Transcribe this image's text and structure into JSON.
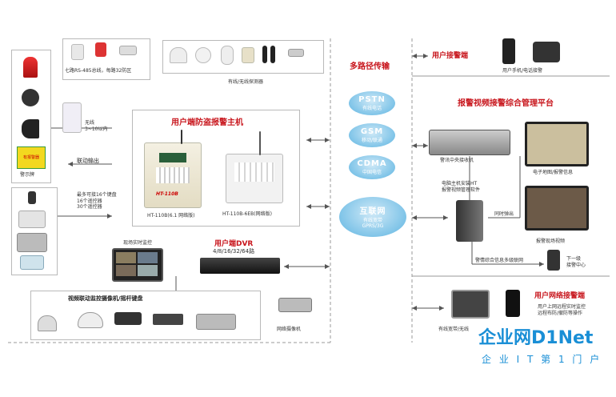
{
  "host_title": "用户端防盗报警主机",
  "host_a_label": "HT-110B(6.1 网络版)",
  "host_b_label": "HT-110B-6EB(网络版)",
  "host_brand": "HT-110B",
  "bus_note": "七路RS-485总线，每路32防区",
  "detectors_label": "有线/无线探测器",
  "alarm_label": "警示牌",
  "alarm_sign_text": "有报警器",
  "wireless_note": "无线\n3~10以内",
  "linkage_label": "联动输出",
  "keyboard_note": "最多可接16个键盘\n16个遥控器\n30个遥控器",
  "multi_path_title": "多路径传输",
  "pstn": {
    "name": "PSTN",
    "sub": "有线电话"
  },
  "gsm": {
    "name": "GSM",
    "sub": "移动/联通"
  },
  "cdma": {
    "name": "CDMA",
    "sub": "中国电信"
  },
  "internet": {
    "name": "互联网",
    "sub1": "有线宽带",
    "sub2": "GPRS/3G"
  },
  "dvr_title": "用户端DVR",
  "dvr_channels": "4/8/16/32/64路",
  "monitor_label": "现场实时监控",
  "camera_panel_title": "视频联动监控摄像机/摇杆键盘",
  "net_camera_label": "网络摄像机",
  "user_alarm_title": "用户接警端",
  "phone_label": "用户手机/电话接警",
  "platform_title": "报警视频接警综合管理平台",
  "receiver_label": "警讯中央接收机",
  "software_label": "电脑主机安装HT\n报警视频管理软件",
  "map_label": "电子地图/报警信息",
  "sync_label": "同时弹出",
  "video_label": "报警现场视频",
  "next_center_label": "下一级\n接警中心",
  "multi_level_label": "警情综合信息多级联网",
  "net_alarm_title": "用户网络接警端",
  "net_alarm_desc": "用户上网远程实时监控\n远程布防/撤防等操作",
  "laptop_label": "有线宽带/无线",
  "watermark_logo": "企业网D1Net",
  "watermark_sub": "企 业 I T 第 1 门 户",
  "colors": {
    "title_red": "#c8161d",
    "cloud": "#7fc4e8",
    "line": "#555555",
    "watermark": "#1a8fd6"
  }
}
